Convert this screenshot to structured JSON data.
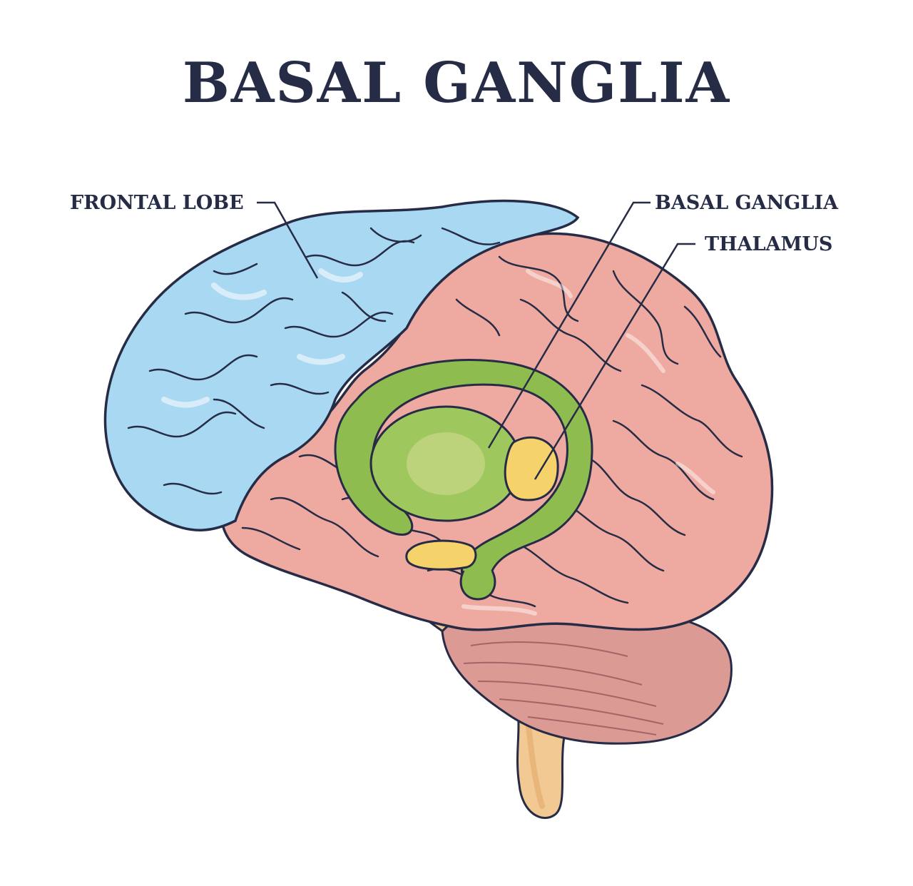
{
  "title": "BASAL GANGLIA",
  "labels": {
    "frontal_lobe": "FRONTAL LOBE",
    "basal_ganglia": "BASAL GANGLIA",
    "thalamus": "THALAMUS"
  },
  "colors": {
    "ink": "#262b46",
    "frontal_lobe": "#a9d8f2",
    "cortex": "#eeaaa0",
    "cerebellum": "#dc9a94",
    "brainstem": "#f3c993",
    "basal_ganglia": "#8ebc4f",
    "putamen_core": "#bcd37c",
    "thalamus": "#f5d26a"
  }
}
